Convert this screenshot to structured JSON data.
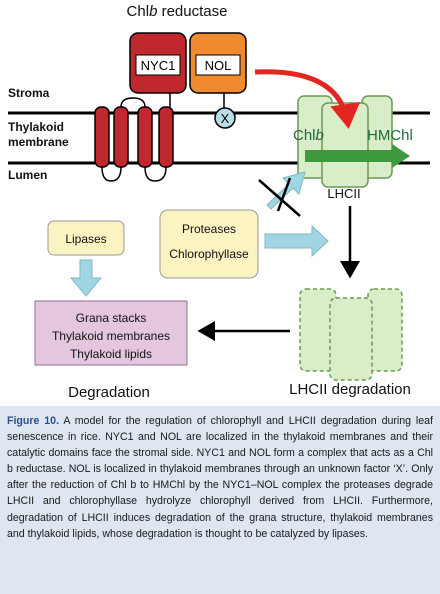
{
  "diagram": {
    "title_prefix": "Chl",
    "title_italic": "b",
    "title_suffix": " reductase",
    "enzymes": {
      "nyc1": "NYC1",
      "nol": "NOL",
      "x": "X"
    },
    "compartments": {
      "stroma": "Stroma",
      "thylakoid_line1": "Thylakoid",
      "thylakoid_line2": "membrane",
      "lumen": "Lumen"
    },
    "lhcii": {
      "chlb_prefix": "Chl",
      "chlb_italic": "b",
      "hmchl": "HMChl",
      "label": "LHCII"
    },
    "boxes": {
      "lipases": "Lipases",
      "proteases": "Proteases",
      "chlorophyllase": "Chlorophyllase",
      "grana_line1": "Grana stacks",
      "grana_line2": "Thylakoid membranes",
      "grana_line3": "Thylakoid lipids"
    },
    "labels": {
      "degradation": "Degradation",
      "lhcii_degradation": "LHCII degradation"
    },
    "colors": {
      "nyc1": "#c0282d",
      "nol": "#f08a2e",
      "membrane_protein": "#c0282d",
      "lhcii_fill": "#d8edc8",
      "lhcii_stroke": "#6a9a52",
      "red_arrow": "#e3261f",
      "green_arrow": "#3e9a3c",
      "text_green": "#1f6b3a",
      "cyan_arrow": "#9fd6e2",
      "yellow_box": "#fbf3c2",
      "pink_box": "#e4c6df"
    }
  },
  "caption": {
    "figure_label": "Figure 10.",
    "text": " A model for the regulation of chlorophyll and LHCII degradation during leaf senescence in rice. NYC1 and NOL are localized in the thylakoid membranes and their catalytic domains face the stromal side. NYC1 and NOL form a complex that acts as a Chl b reductase. NOL is localized in thylakoid membranes through an unknown factor ‘X’. Only after the reduction of Chl b to HMChl by the NYC1–NOL complex the proteases degrade LHCII and chlorophyllase hydrolyze chlorophyll derived from LHCII. Furthermore, degradation of LHCII induces degradation of the grana structure, thylakoid membranes and thylakoid lipids, whose degradation is thought to be catalyzed by lipases."
  }
}
